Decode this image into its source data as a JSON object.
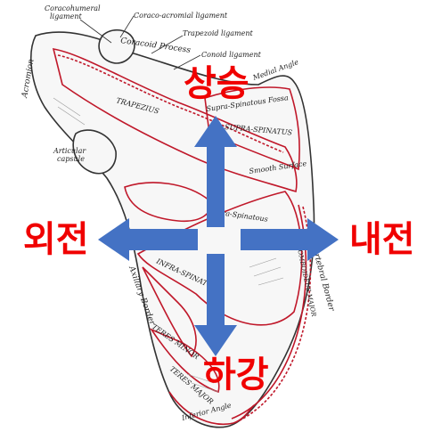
{
  "labels": {
    "up": "상승",
    "left": "외전",
    "right": "내전",
    "down": "하강"
  },
  "anatomy": {
    "coracohumeral": "Coracohumeral",
    "ligament": "ligament",
    "coraco_acromial": "Coraco-acromial ligament",
    "coracoid_process": "Coracoid Process",
    "trapezoid": "Trapezoid ligament",
    "conoid": "Conoid ligament",
    "acromion": "Acromion",
    "medial_angle": "Medial Angle",
    "supra_spinatous": "Supra-Spinatous Fossa",
    "supra_spinatus": "SUPRA-SPINATUS",
    "trapezius": "TRAPEZIUS",
    "smooth_surface": "Smooth Surface",
    "articular": "Articular",
    "capsule": "capsule",
    "infra_spinatous": "Infra-Spinatous",
    "infra_spinatus": "INFRA-SPINATUS",
    "teres_minor": "TERES MINOR",
    "teres_major": "TERES MAJOR",
    "axillary_border": "Axillary Border",
    "vertebral_border": "Vertebral Border",
    "rhomboideus": "RHOMBOIDEUS MAJOR",
    "inferior_angle": "Inferior Angle"
  },
  "colors": {
    "arrow": "#4472c4",
    "label": "#f00000",
    "muscle_outline": "#c0182a"
  }
}
